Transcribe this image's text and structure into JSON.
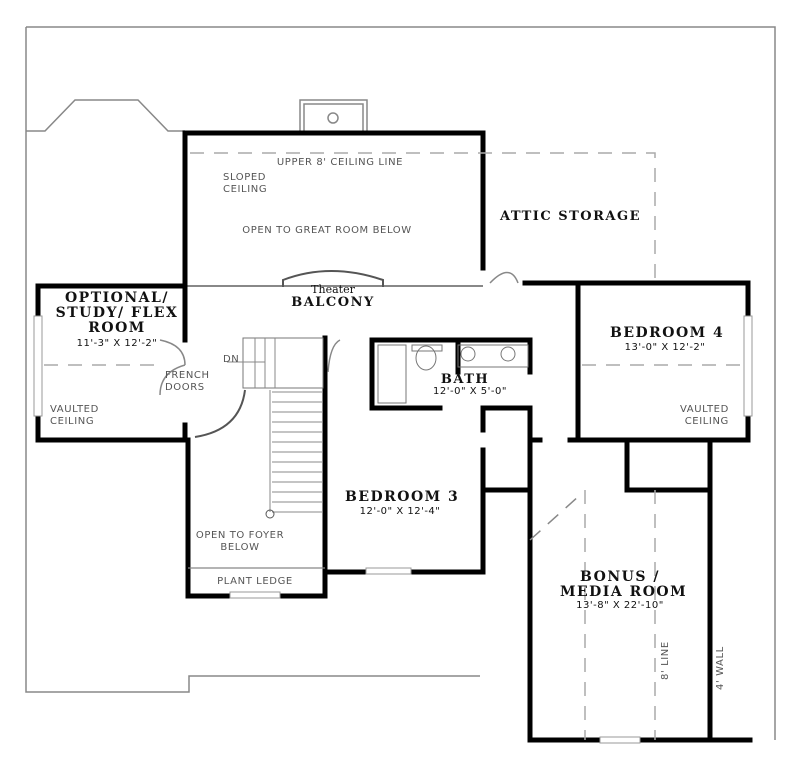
{
  "plan": {
    "rooms": [
      {
        "name": "Optional / Study / Flex Room",
        "title_lines": [
          "OPTIONAL/",
          "STUDY/ FLEX",
          "ROOM"
        ],
        "size": "11'-3\" X 12'-2\""
      },
      {
        "name": "Theater Balcony",
        "title_small": "Theater",
        "title": "BALCONY"
      },
      {
        "name": "Bath",
        "title": "BATH",
        "size": "12'-0\" X 5'-0\""
      },
      {
        "name": "Bedroom 4",
        "title": "BEDROOM 4",
        "size": "13'-0\" X 12'-2\""
      },
      {
        "name": "Bedroom 3",
        "title": "BEDROOM 3",
        "size": "12'-0\" X 12'-4\""
      },
      {
        "name": "Bonus / Media Room",
        "title_lines": [
          "BONUS /",
          "MEDIA ROOM"
        ],
        "size": "13'-8\" X 22'-10\""
      },
      {
        "name": "Attic Storage",
        "title": "ATTIC STORAGE"
      }
    ],
    "notes": {
      "upper_ceiling": "UPPER 8' CEILING LINE",
      "sloped_ceiling": [
        "SLOPED",
        "CEILING"
      ],
      "open_great_room": "OPEN TO GREAT ROOM BELOW",
      "french_doors": [
        "FRENCH",
        "DOORS"
      ],
      "vaulted_left": [
        "VAULTED",
        "CEILING"
      ],
      "vaulted_right": [
        "VAULTED",
        "CEILING"
      ],
      "stair_dn": "DN",
      "open_foyer": [
        "OPEN TO FOYER",
        "BELOW"
      ],
      "plant_ledge": "PLANT LEDGE",
      "line_8": "8' LINE",
      "wall_4": "4' WALL"
    }
  }
}
